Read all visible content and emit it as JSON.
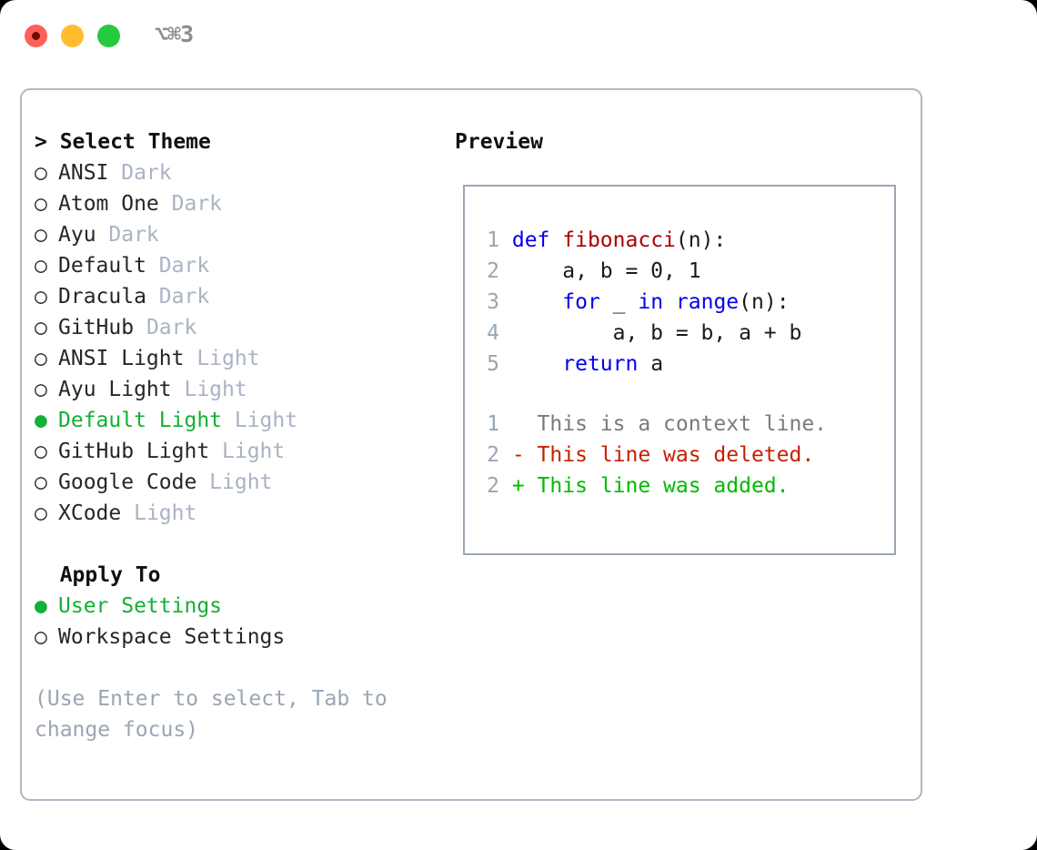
{
  "titlebar": {
    "shortcut": "⌥⌘3",
    "buttons": [
      {
        "name": "close",
        "color": "#ff5f56"
      },
      {
        "name": "minimize",
        "color": "#ffbd2e"
      },
      {
        "name": "maximize",
        "color": "#27c93f"
      }
    ]
  },
  "theme_panel": {
    "header": "> Select Theme",
    "options": [
      {
        "marker": "○",
        "label": "ANSI",
        "tag": " Dark",
        "selected": false
      },
      {
        "marker": "○",
        "label": "Atom One",
        "tag": " Dark",
        "selected": false
      },
      {
        "marker": "○",
        "label": "Ayu",
        "tag": " Dark",
        "selected": false
      },
      {
        "marker": "○",
        "label": "Default",
        "tag": " Dark",
        "selected": false
      },
      {
        "marker": "○",
        "label": "Dracula",
        "tag": " Dark",
        "selected": false
      },
      {
        "marker": "○",
        "label": "GitHub",
        "tag": " Dark",
        "selected": false
      },
      {
        "marker": "○",
        "label": "ANSI Light",
        "tag": " Light",
        "selected": false
      },
      {
        "marker": "○",
        "label": "Ayu Light",
        "tag": " Light",
        "selected": false
      },
      {
        "marker": "●",
        "label": "Default Light",
        "tag": " Light",
        "selected": true
      },
      {
        "marker": "○",
        "label": "GitHub Light",
        "tag": " Light",
        "selected": false
      },
      {
        "marker": "○",
        "label": "Google Code",
        "tag": " Light",
        "selected": false
      },
      {
        "marker": "○",
        "label": "XCode",
        "tag": " Light",
        "selected": false
      }
    ]
  },
  "apply_to": {
    "header": "  Apply To",
    "options": [
      {
        "marker": "●",
        "label": "User Settings",
        "selected": true
      },
      {
        "marker": "○",
        "label": "Workspace Settings",
        "selected": false
      }
    ]
  },
  "hint": "(Use Enter to select, Tab to change focus)",
  "preview": {
    "header": "Preview",
    "code_lines": [
      {
        "lno": "1",
        "tokens": [
          {
            "t": " ",
            "c": "plain"
          },
          {
            "t": "def",
            "c": "kw"
          },
          {
            "t": " ",
            "c": "plain"
          },
          {
            "t": "fibonacci",
            "c": "fn"
          },
          {
            "t": "(n):",
            "c": "plain"
          }
        ]
      },
      {
        "lno": "2",
        "tokens": [
          {
            "t": "     a, b = 0, 1",
            "c": "plain"
          }
        ]
      },
      {
        "lno": "3",
        "tokens": [
          {
            "t": "     ",
            "c": "plain"
          },
          {
            "t": "for",
            "c": "kw"
          },
          {
            "t": " _ ",
            "c": "plain"
          },
          {
            "t": "in",
            "c": "kw"
          },
          {
            "t": " ",
            "c": "plain"
          },
          {
            "t": "range",
            "c": "kw"
          },
          {
            "t": "(n):",
            "c": "plain"
          }
        ]
      },
      {
        "lno": "4",
        "tokens": [
          {
            "t": "         a, b = b, a + b",
            "c": "plain"
          }
        ]
      },
      {
        "lno": "5",
        "tokens": [
          {
            "t": "     ",
            "c": "plain"
          },
          {
            "t": "return",
            "c": "kw"
          },
          {
            "t": " a",
            "c": "plain"
          }
        ]
      }
    ],
    "diff_lines": [
      {
        "lno": "1",
        "text": "   This is a context line.",
        "cls": "diff-ctx"
      },
      {
        "lno": "2",
        "text": " - This line was deleted.",
        "cls": "diff-del"
      },
      {
        "lno": "2",
        "text": " + This line was added.",
        "cls": "diff-add"
      }
    ]
  },
  "colors": {
    "selected_green": "#12b034",
    "tag_gray": "#a9b3c3",
    "hint_gray": "#9aa5b4",
    "keyword_blue": "#0000ee",
    "function_red": "#aa0000",
    "diff_delete": "#c62000",
    "diff_add": "#00bb00",
    "border": "#aeb8c4"
  }
}
